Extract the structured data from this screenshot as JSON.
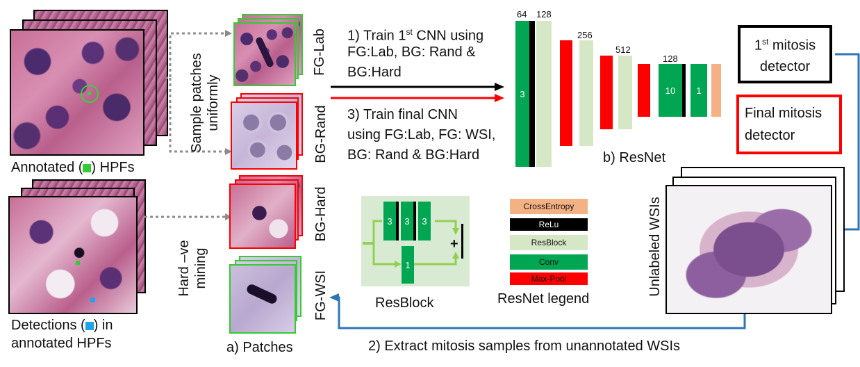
{
  "colors": {
    "conv": "#00a651",
    "relu": "#000000",
    "resblock": "#d6e7c6",
    "maxpool": "#ff0000",
    "crossentropy": "#f4b183",
    "arrow_blue": "#2e75b6",
    "gray_arrow": "#8c8c8c",
    "fg_green": "#33cc33",
    "bg_red": "#ff0000",
    "resblock_bg": "#d9ead3"
  },
  "left": {
    "annotated_label": "Annotated (",
    "annotated_label_end": ") HPFs",
    "detections_label": "Detections (",
    "detections_label_end": ") in",
    "detections_label_2": "annotated HPFs"
  },
  "sampling": {
    "line1": "Sample patches",
    "line2": "uniformly",
    "hard_line1": "Hard –ve",
    "hard_line2": "mining"
  },
  "patches": {
    "fg_lab": "FG-Lab",
    "bg_rand": "BG-Rand",
    "bg_hard": "BG-Hard",
    "fg_wsi": "FG-WSI",
    "caption": "a) Patches"
  },
  "steps": {
    "step1_pre": "1) Train 1",
    "step1_sup": "st",
    "step1_post": " CNN using",
    "step1_line2": "FG:Lab, BG: Rand &",
    "step1_line3": "BG:Hard",
    "step3_line1": "3) Train final CNN",
    "step3_line2": "using FG:Lab, FG: WSI,",
    "step3_line3": "BG: Rand & BG:Hard",
    "step2": "2) Extract mitosis samples from unannotated WSIs"
  },
  "resnet": {
    "caption": "b) ResNet",
    "labels": {
      "c64": "64",
      "c128a": "128",
      "c256": "256",
      "c512": "512",
      "c128b": "128"
    },
    "block_conv1": "3",
    "block_conv2": "10",
    "block_conv3": "1"
  },
  "detectors": {
    "first_pre": "1",
    "first_sup": "st",
    "first_post": " mitosis",
    "first_line2": "detector",
    "final_line1": "Final mitosis",
    "final_line2": "detector"
  },
  "wsi": {
    "label": "Unlabeled WSIs"
  },
  "resblock": {
    "caption": "ResBlock",
    "k1": "3",
    "k2": "3",
    "k3": "3",
    "k4": "1",
    "plus": "+"
  },
  "legend": {
    "title": "ResNet legend",
    "items": [
      "CrossEntropy",
      "ReLu",
      "ResBlock",
      "Conv",
      "Max-Pool"
    ]
  }
}
